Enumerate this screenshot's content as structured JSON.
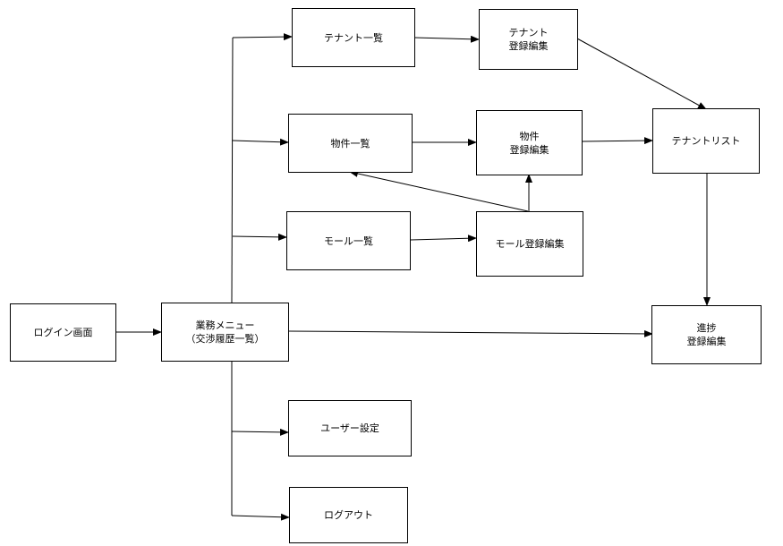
{
  "nodes": {
    "login": {
      "label": "ログイン画面"
    },
    "menu": {
      "label": "業務メニュー\n（交渉履歴一覧）"
    },
    "tenant_list": {
      "label": "テナント一覧"
    },
    "tenant_edit": {
      "label": "テナント\n登録編集"
    },
    "property_list": {
      "label": "物件一覧"
    },
    "property_edit": {
      "label": "物件\n登録編集"
    },
    "mall_list": {
      "label": "モール一覧"
    },
    "mall_edit": {
      "label": "モール登録編集"
    },
    "tenant_risk": {
      "label": "テナントリスト"
    },
    "progress_edit": {
      "label": "進捗\n登録編集"
    },
    "user_settings": {
      "label": "ユーザー設定"
    },
    "logout": {
      "label": "ログアウト"
    }
  },
  "edges": [
    {
      "from": "login",
      "to": "menu"
    },
    {
      "from": "menu",
      "to": "tenant_list"
    },
    {
      "from": "menu",
      "to": "property_list"
    },
    {
      "from": "menu",
      "to": "mall_list"
    },
    {
      "from": "menu",
      "to": "progress_edit"
    },
    {
      "from": "menu",
      "to": "user_settings"
    },
    {
      "from": "menu",
      "to": "logout"
    },
    {
      "from": "tenant_list",
      "to": "tenant_edit"
    },
    {
      "from": "property_list",
      "to": "property_edit"
    },
    {
      "from": "mall_list",
      "to": "mall_edit"
    },
    {
      "from": "mall_edit",
      "to": "property_list"
    },
    {
      "from": "mall_edit",
      "to": "property_edit"
    },
    {
      "from": "tenant_edit",
      "to": "tenant_risk"
    },
    {
      "from": "property_edit",
      "to": "tenant_risk"
    },
    {
      "from": "tenant_risk",
      "to": "progress_edit"
    }
  ],
  "colors": {
    "line": "#000000",
    "box_border": "#000000",
    "box_fill": "#ffffff",
    "text": "#000000"
  }
}
